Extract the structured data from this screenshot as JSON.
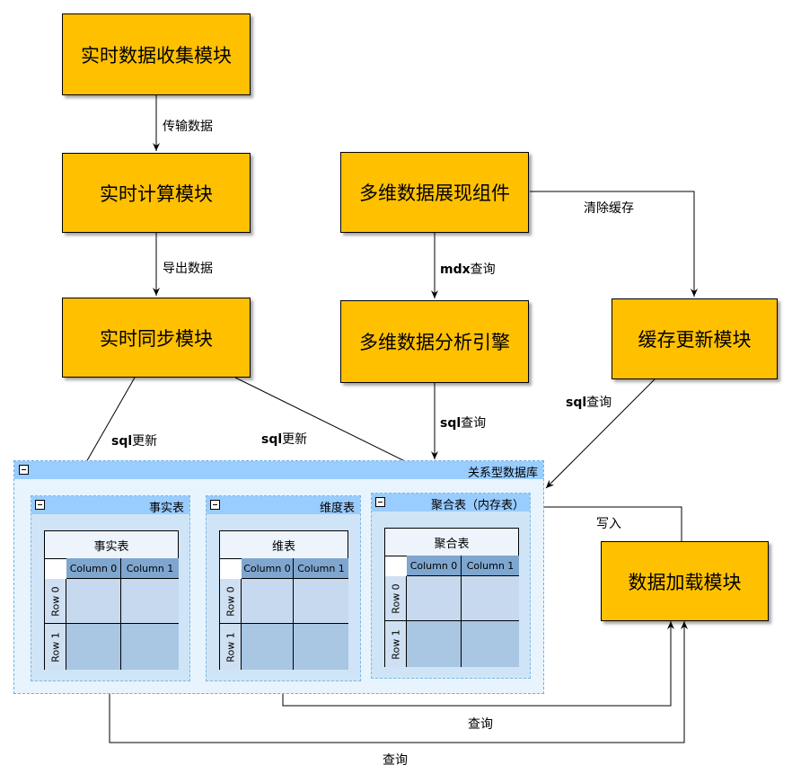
{
  "modules": {
    "collect": "实时数据收集模块",
    "compute": "实时计算模块",
    "sync": "实时同步模块",
    "display": "多维数据展现组件",
    "olap": "多维数据分析引擎",
    "cache": "缓存更新模块",
    "load": "数据加载模块"
  },
  "edges": {
    "transfer": "传输数据",
    "export": "导出数据",
    "clear_cache": "清除缓存",
    "mdx_bold": "mdx",
    "mdx_rest": "查询",
    "sql_update_left_bold": "sql",
    "sql_update_left_rest": "更新",
    "sql_update_right_bold": "sql",
    "sql_update_right_rest": "更新",
    "sql_query_mid_bold": "sql",
    "sql_query_mid_rest": "查询",
    "sql_query_right_bold": "sql",
    "sql_query_right_rest": "查询",
    "write": "写入",
    "query_upper": "查询",
    "query_lower": "查询"
  },
  "database": {
    "title": "关系型数据库",
    "groups": [
      {
        "title": "事实表",
        "table_title": "事实表",
        "columns": [
          "Column 0",
          "Column 1"
        ],
        "rows": [
          "Row 0",
          "Row 1"
        ]
      },
      {
        "title": "维度表",
        "table_title": "维表",
        "columns": [
          "Column 0",
          "Column 1"
        ],
        "rows": [
          "Row 0",
          "Row 1"
        ]
      },
      {
        "title": "聚合表（内存表）",
        "table_title": "聚合表",
        "columns": [
          "Column 0",
          "Column 1"
        ],
        "rows": [
          "Row 0",
          "Row 1"
        ]
      }
    ]
  },
  "colors": {
    "module_fill": "#ffc000",
    "db_fill": "#e8f4fd",
    "db_header": "#99ccff",
    "sub_fill": "#cfe5f7",
    "col_header": "#7ea6cf"
  }
}
